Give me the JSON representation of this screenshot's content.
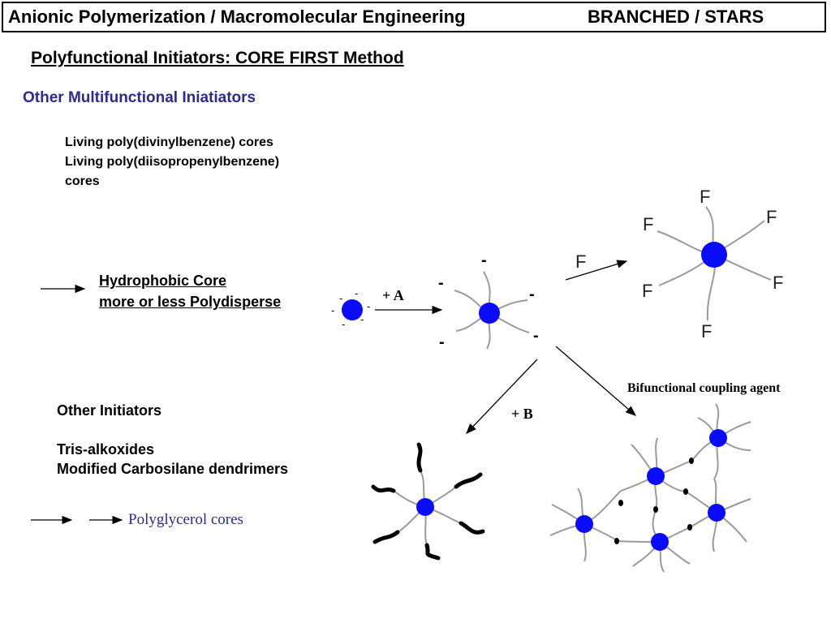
{
  "header": {
    "title": "Anionic Polymerization / Macromolecular Engineering",
    "section": "BRANCHED / STARS"
  },
  "subtitle": "Polyfunctional Initiators:  CORE FIRST Method",
  "multifunctional": {
    "heading": "Other Multifunctional Iniatiators",
    "lines": [
      "Living poly(divinylbenzene) cores",
      "Living poly(diisopropenylbenzene)",
      "cores"
    ]
  },
  "hydrophobic": {
    "line1": "Hydrophobic Core ",
    "line2": "more or less Polydisperse"
  },
  "reaction": {
    "plus_a": "+ A",
    "plus_b": "+ B",
    "coupling_label": "Bifunctional coupling agent",
    "functional_group": "F",
    "charge": "-"
  },
  "other_initiators": {
    "heading": "Other Initiators",
    "items": [
      "Tris-alkoxides",
      "Modified Carbosilane dendrimers"
    ]
  },
  "polyglycerol": "Polyglycerol cores",
  "colors": {
    "core": "#0a0aff",
    "arm": "#9a9a9a",
    "accent_text": "#2b2b91"
  }
}
